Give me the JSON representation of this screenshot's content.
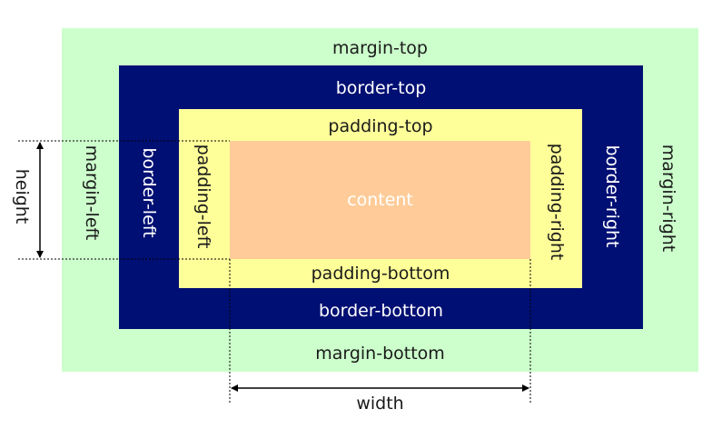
{
  "colors": {
    "margin": "#ccffcc",
    "border": "#000f73",
    "padding": "#ffff99",
    "content": "#ffcc99",
    "dark_text": "#1a1a1a",
    "light_text": "#ffffff"
  },
  "labels": {
    "margin_top": "margin-top",
    "margin_bottom": "margin-bottom",
    "margin_left": "margin-left",
    "margin_right": "margin-right",
    "border_top": "border-top",
    "border_bottom": "border-bottom",
    "border_left": "border-left",
    "border_right": "border-right",
    "padding_top": "padding-top",
    "padding_bottom": "padding-bottom",
    "padding_left": "padding-left",
    "padding_right": "padding-right",
    "content": "content",
    "height": "height",
    "width": "width"
  }
}
